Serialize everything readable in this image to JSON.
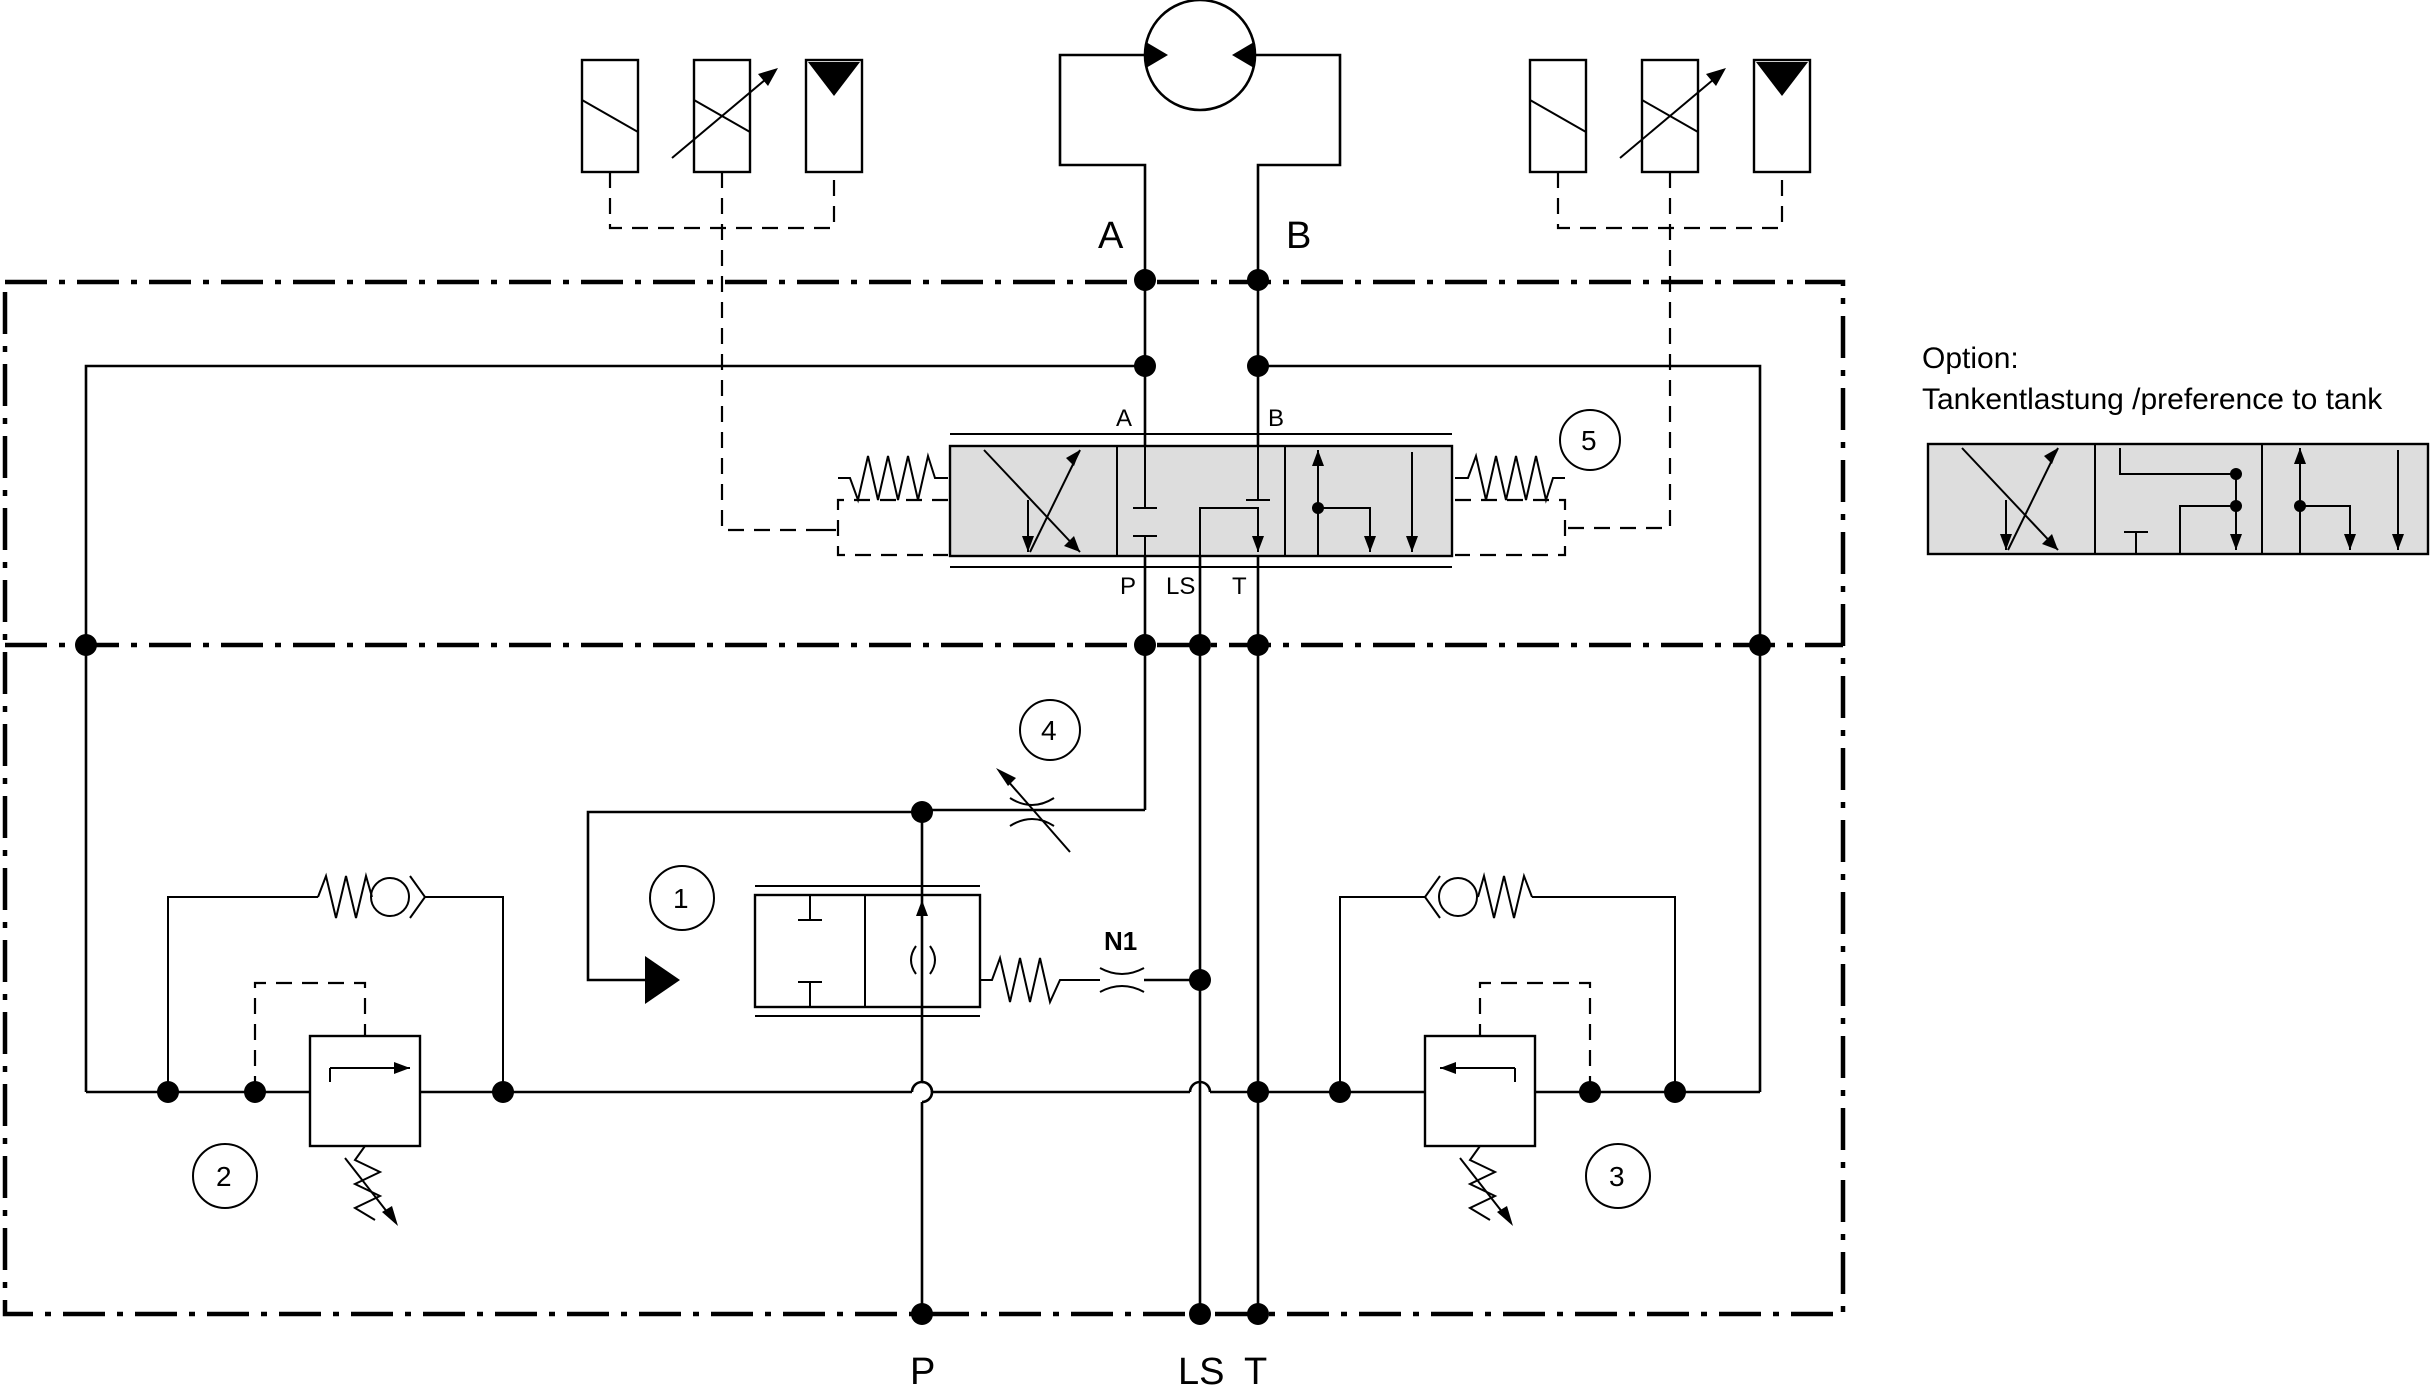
{
  "ports": {
    "A": "A",
    "B": "B",
    "P": "P",
    "LS": "LS",
    "T": "T"
  },
  "valve_ports": {
    "A": "A",
    "B": "B",
    "P": "P",
    "LS": "LS",
    "T": "T"
  },
  "labels": {
    "n1": "N1",
    "c1": "1",
    "c2": "2",
    "c3": "3",
    "c4": "4",
    "c5": "5"
  },
  "option": {
    "title": "Option:",
    "subtitle": "Tankentlastung /preference to tank"
  }
}
